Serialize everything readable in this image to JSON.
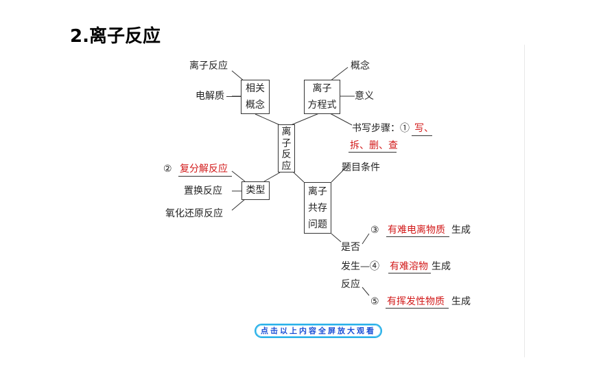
{
  "title": "2.离子反应",
  "center": [
    "离",
    "子",
    "反",
    "应"
  ],
  "concept_box": {
    "line1": "相关",
    "line2": "概念"
  },
  "concept_items": [
    "离子反应",
    "电解质"
  ],
  "equation_box": {
    "line1": "离子",
    "line2": "方程式"
  },
  "equation_items": [
    "概念",
    "意义"
  ],
  "steps": {
    "label": "书写步骤：①",
    "answer1": "写、",
    "answer2": "拆、删、查"
  },
  "types_box": "类型",
  "types": {
    "num2": "②",
    "answer": "复分解反应",
    "item2": "置换反应",
    "item3": "氧化还原反应"
  },
  "coexist_box": [
    "离子",
    "共存",
    "问题"
  ],
  "coexist": {
    "condition": "题目条件",
    "whether": [
      "是否",
      "发生—④",
      "反应"
    ],
    "num3": "③",
    "answer3": "有难电离物质",
    "suffix3": "生成",
    "answer4": "有难溶物",
    "suffix4": "生成",
    "num5": "⑤",
    "answer5": "有挥发性物质",
    "suffix5": "生成"
  },
  "button": "点击以上内容全屏放大观看"
}
